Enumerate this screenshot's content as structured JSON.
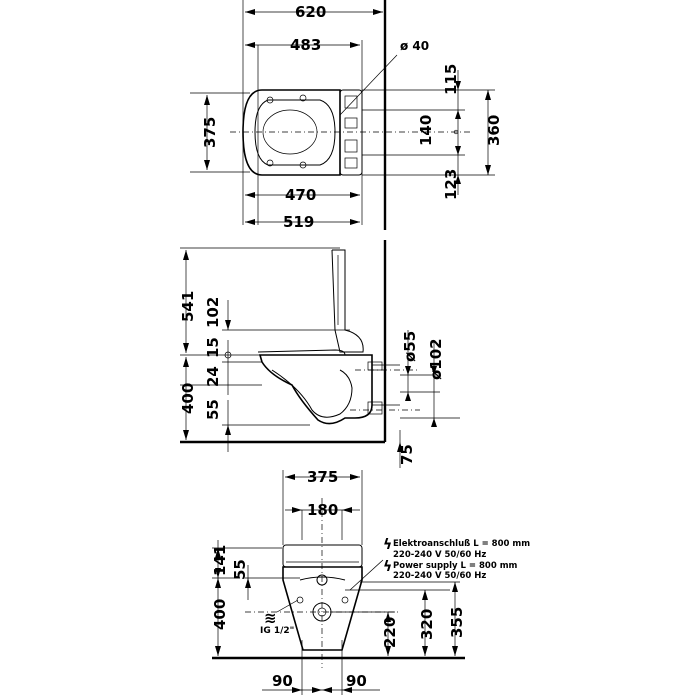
{
  "top_view": {
    "width_total": "620",
    "width_483": "483",
    "diameter_40": "ø 40",
    "depth_375": "375",
    "width_470": "470",
    "width_519": "519",
    "dim_115": "115",
    "dim_140": "140",
    "dim_123": "123",
    "dim_360": "360"
  },
  "side_view": {
    "dim_541": "541",
    "dim_102": "102",
    "dim_15": "15",
    "dim_24": "24",
    "dim_400": "400",
    "dim_55": "55",
    "dia_55": "ø55",
    "dia_102": "ø102",
    "dim_75": "75"
  },
  "front_view": {
    "dim_375": "375",
    "dim_180": "180",
    "dim_141": "141",
    "dim_55": "55",
    "dim_400": "400",
    "ig_label": "IG 1/2\"",
    "dim_220": "220",
    "dim_320": "320",
    "dim_355": "355",
    "dim_90_left": "90",
    "dim_90_right": "90",
    "elec_line1": "Elektroanschluß L = 800 mm",
    "elec_line2": "220-240 V  50/60 Hz",
    "power_line1": "Power supply L = 800 mm",
    "power_line2": "220-240 V  50/60 Hz"
  }
}
